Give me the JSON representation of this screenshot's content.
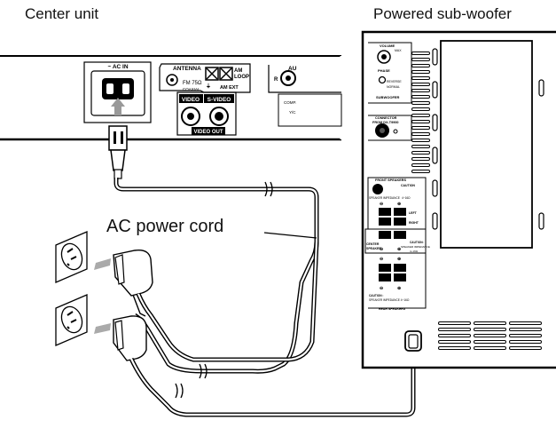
{
  "captions": {
    "center_unit": "Center unit",
    "sub_woofer": "Powered sub-woofer",
    "ac_cord": "AC power cord"
  },
  "center_panel": {
    "ac_in": "~ AC IN",
    "antenna": "ANTENNA",
    "fm": "FM 75Ω",
    "coaxial": "COAXIAL",
    "am": "AM",
    "loop": "LOOP",
    "am_ext": "AM EXT",
    "video": "VIDEO",
    "s_video": "S-VIDEO",
    "video_out": "VIDEO OUT",
    "r": "R",
    "au": "AU",
    "comp": "COMP.",
    "y": "Y/C"
  },
  "sub_panel": {
    "volume": "VOLUME",
    "max": "MAX",
    "phase": "PHASE",
    "reverse": "REVERSE",
    "normal": "NORMAL",
    "subwoofer": "SUBWOOFER",
    "connector": "CONNECTOR",
    "from": "FROM DX-T9900",
    "front_speakers": "FRONT SPEAKERS",
    "caution": "CAUTION",
    "speaker_impedance": "SPEAKER IMPEDANCE",
    "impedance_value": "4~16Ω",
    "left": "LEFT",
    "right": "RIGHT",
    "center": "CENTER",
    "speaker": "SPEAKER",
    "caution2": "CAUTION:",
    "speaker_impedance2": "SPEAKER IMPEDANCE",
    "impedance_value2": "4~16Ω",
    "caution3": "CAUTION :",
    "speaker_impedance3": "SPEAKER IMPEDANCE 4~16Ω",
    "rear_speakers": "REAR SPEAKERS"
  }
}
